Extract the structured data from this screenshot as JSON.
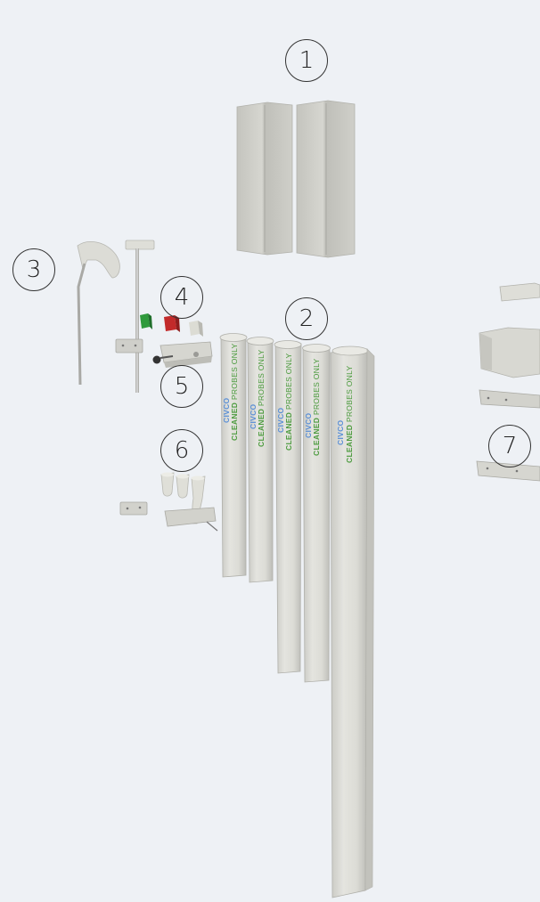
{
  "callouts": [
    {
      "id": "1",
      "label": "1"
    },
    {
      "id": "2",
      "label": "2"
    },
    {
      "id": "3",
      "label": "3"
    },
    {
      "id": "4",
      "label": "4"
    },
    {
      "id": "5",
      "label": "5"
    },
    {
      "id": "6",
      "label": "6"
    },
    {
      "id": "7",
      "label": "7"
    }
  ],
  "tube_labels": {
    "strong": "CLEANED",
    "rest": " PROBES ONLY",
    "brand": "CIVCO"
  },
  "colors": {
    "background": "#eef1f5",
    "label_green": "#4a9a3c",
    "label_blue": "#5a8fd6",
    "clip_green": "#2f9a3c",
    "clip_red": "#c22a2a",
    "clip_white": "#dcdcd4"
  }
}
